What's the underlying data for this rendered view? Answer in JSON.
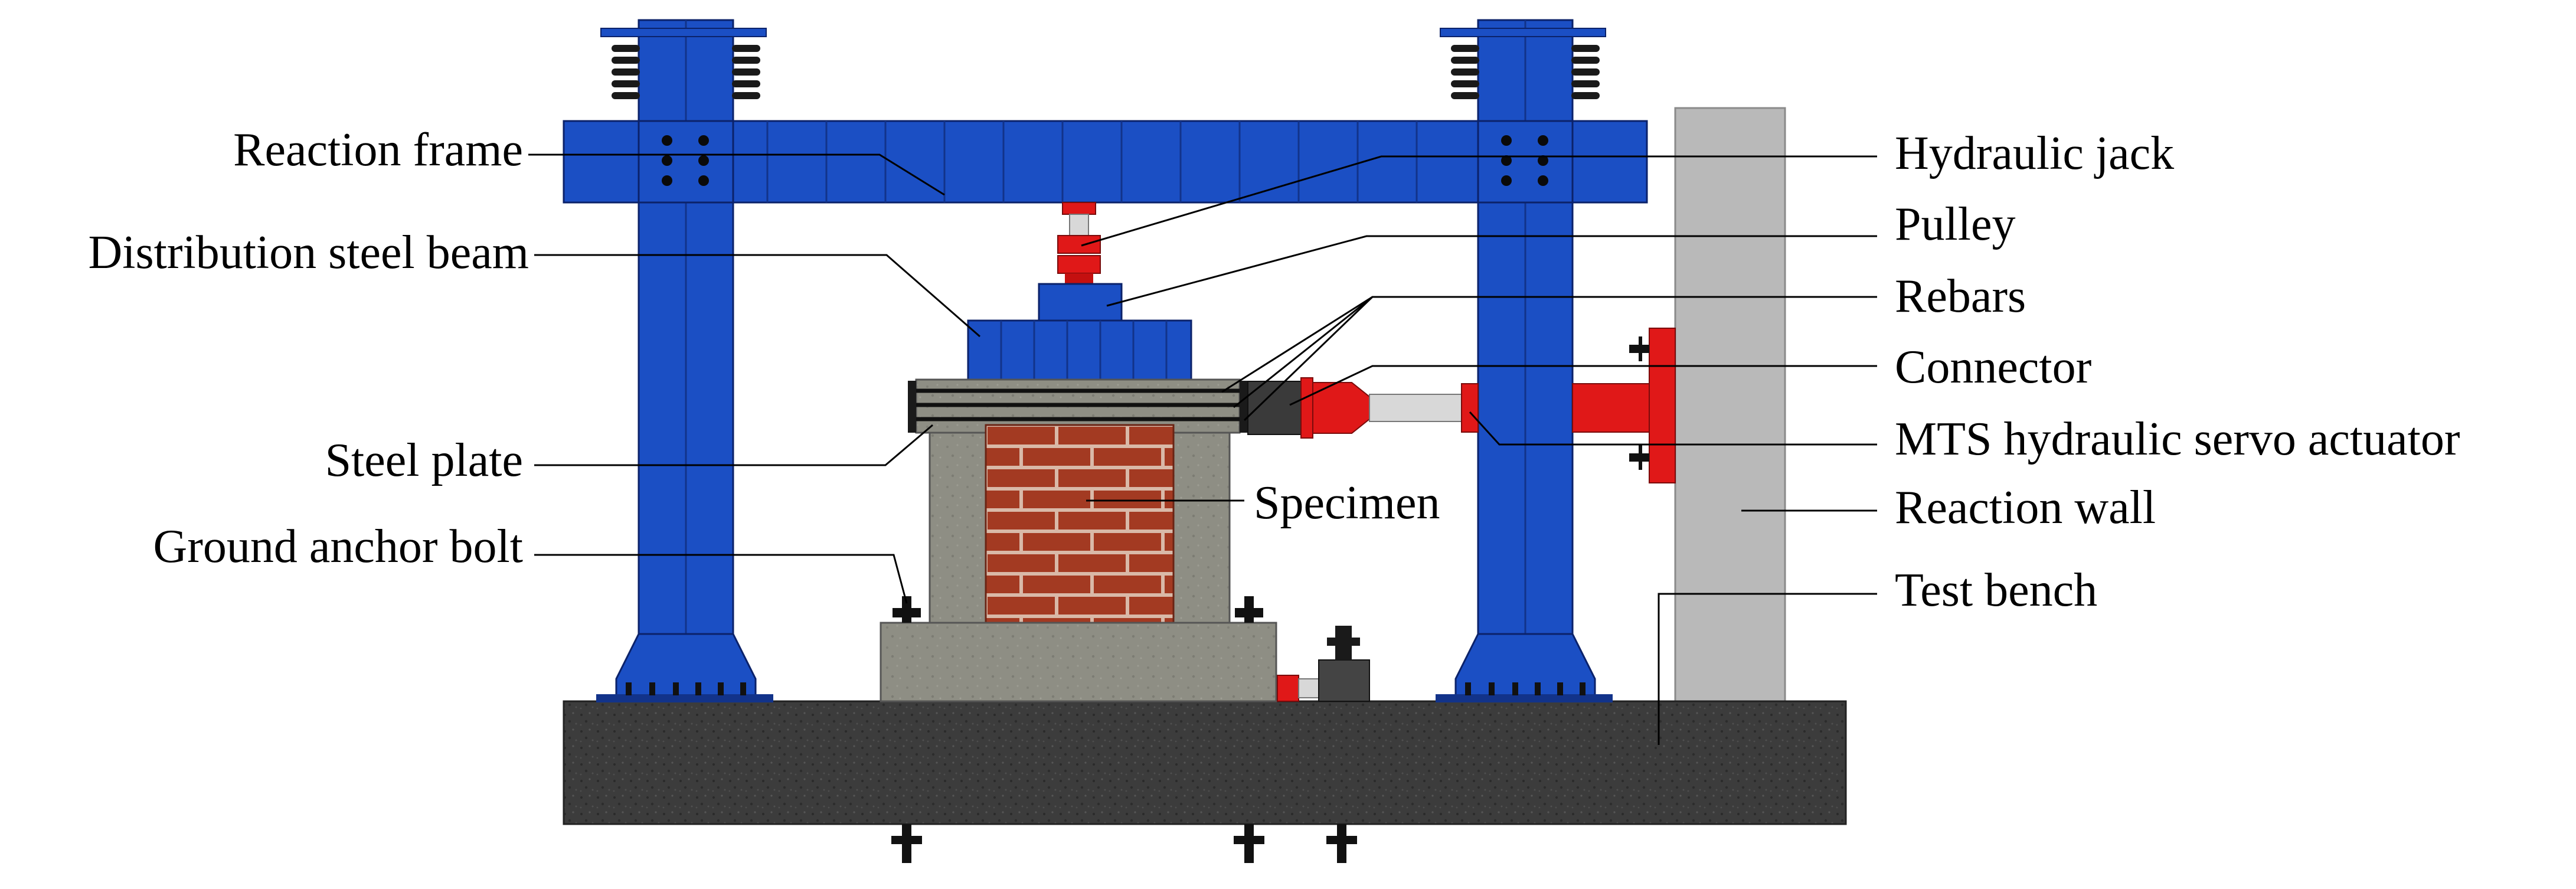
{
  "labels": {
    "reaction_frame": "Reaction frame",
    "distribution_steel_beam": "Distribution steel beam",
    "steel_plate": "Steel plate",
    "ground_anchor_bolt": "Ground anchor bolt",
    "hydraulic_jack": "Hydraulic jack",
    "pulley": "Pulley",
    "rebars": "Rebars",
    "connector": "Connector",
    "mts_actuator": "MTS hydraulic servo actuator",
    "reaction_wall": "Reaction wall",
    "test_bench": "Test bench",
    "specimen": "Specimen"
  },
  "colors": {
    "frame_blue": "#1b4fc4",
    "frame_blue_dark": "#12338a",
    "actuator_red": "#e01818",
    "concrete_gray": "#8e8e84",
    "bench_dark": "#3c3c3c",
    "brick_red": "#a33a22",
    "mortar": "#d9b9a8",
    "wall_gray": "#b9b9b9"
  }
}
